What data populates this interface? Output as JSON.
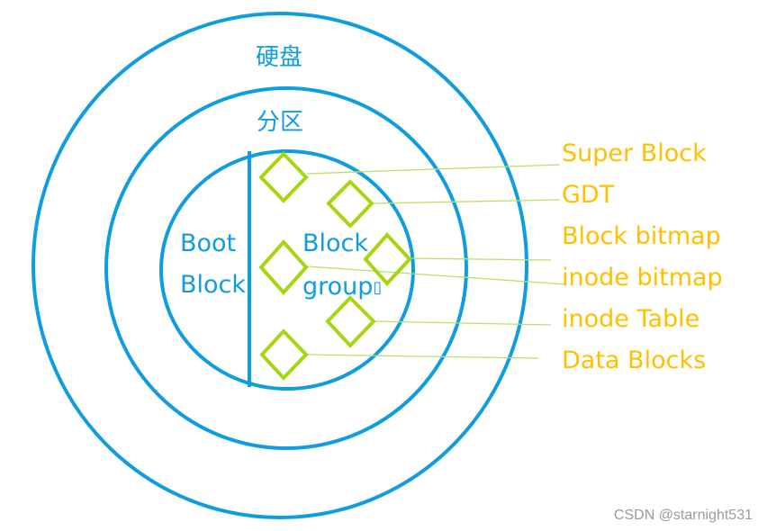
{
  "disk_label": "硬盘",
  "partition_label": "分区",
  "boot_block": {
    "line1": "Boot",
    "line2": "Block"
  },
  "block_group": {
    "line1": "Block",
    "line2": "group",
    "suffix": "▯"
  },
  "structures": [
    "Super Block",
    "GDT",
    "Block bitmap",
    "inode bitmap",
    "inode Table",
    "Data Blocks"
  ],
  "watermark": "CSDN @starnight531",
  "colors": {
    "ring": "#0f9de0",
    "diamond": "#a6d610",
    "connector": "#b9e06a",
    "structure_text": "#ffc000",
    "watermark": "#9a9a9a"
  }
}
